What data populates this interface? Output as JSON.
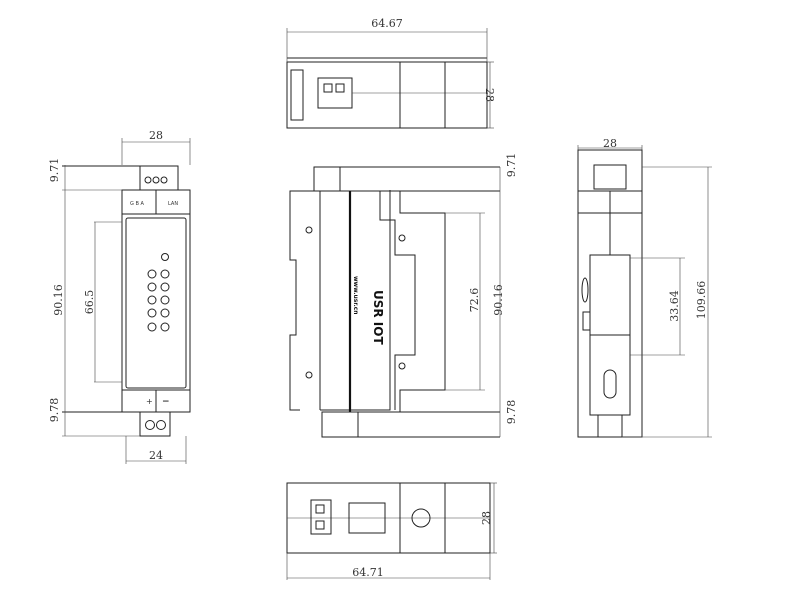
{
  "views": {
    "top": {
      "width_dim": "64.67",
      "height_dim": "28"
    },
    "front": {
      "width_dim": "28",
      "top_offset_dim": "9.71",
      "height_dim": "90.16",
      "window_dim": "66.5",
      "bottom_offset_dim": "9.78",
      "bottom_width_dim": "24",
      "terminal_labels": "G B A",
      "port_label": "LAN",
      "plus_label": "+",
      "minus_label": "−"
    },
    "side": {
      "top_offset_dim": "9.71",
      "inner_dim": "72.6",
      "height_dim": "90.16",
      "bottom_offset_dim": "9.78",
      "website": "www.usr.cn",
      "brand": "USR IOT"
    },
    "rear": {
      "width_dim": "28",
      "clip_dim": "33.64",
      "height_dim": "109.66"
    },
    "bottom": {
      "width_dim": "64.71",
      "height_dim": "28"
    }
  }
}
